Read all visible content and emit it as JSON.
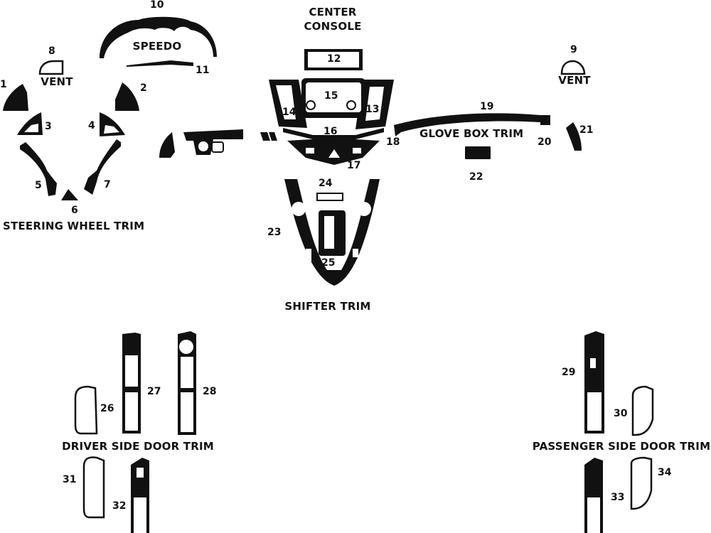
{
  "section_labels": {
    "center_console": "CENTER\nCONSOLE",
    "speedo": "SPEEDO",
    "vent_left": "VENT",
    "vent_right": "VENT",
    "glove_box_trim": "GLOVE BOX TRIM",
    "steering_wheel_trim": "STEERING WHEEL TRIM",
    "shifter_trim": "SHIFTER TRIM",
    "driver_side_door_trim": "DRIVER SIDE DOOR TRIM",
    "passenger_side_door_trim": "PASSENGER SIDE DOOR TRIM"
  },
  "part_numbers": [
    "1",
    "2",
    "3",
    "4",
    "5",
    "6",
    "7",
    "8",
    "9",
    "10",
    "11",
    "12",
    "13",
    "14",
    "15",
    "16",
    "17",
    "18",
    "19",
    "20",
    "21",
    "22",
    "23",
    "24",
    "25",
    "26",
    "27",
    "28",
    "29",
    "30",
    "31",
    "32",
    "33",
    "34"
  ]
}
